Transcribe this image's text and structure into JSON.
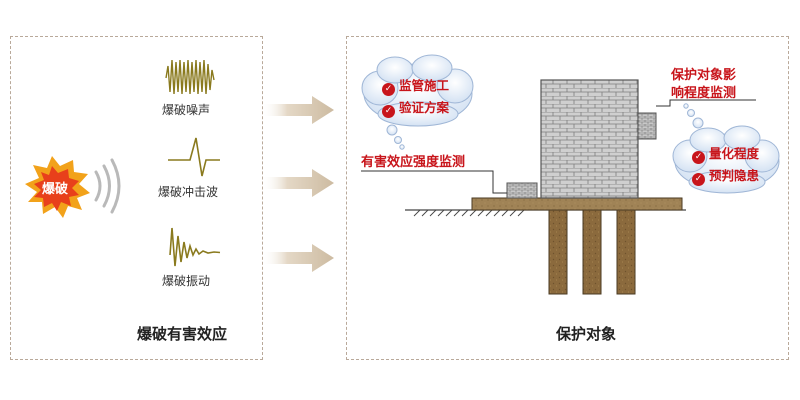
{
  "left": {
    "blast_label": "爆破",
    "effects": [
      {
        "label": "爆破噪声",
        "icon": "noise-waveform-icon"
      },
      {
        "label": "爆破冲击波",
        "icon": "shockwave-pulse-icon"
      },
      {
        "label": "爆破振动",
        "icon": "vibration-decay-icon"
      }
    ],
    "title": "爆破有害效应"
  },
  "right": {
    "title": "保护对象",
    "cloud1": [
      "监管施工",
      "验证方案"
    ],
    "cloud2": [
      "量化程度",
      "预判隐患"
    ],
    "label_strength": "有害效应强度监测",
    "label_impact_line1": "保护对象影",
    "label_impact_line2": "响程度监测"
  },
  "colors": {
    "accent_red": "#c8151b",
    "wave_gold": "#8a7a1e",
    "pile_brown": "#8a6a3e",
    "brick_gray": "#c9c9c9",
    "arrow_beige": "#d9cbb6",
    "cloud_blue": "#dde7f4"
  }
}
